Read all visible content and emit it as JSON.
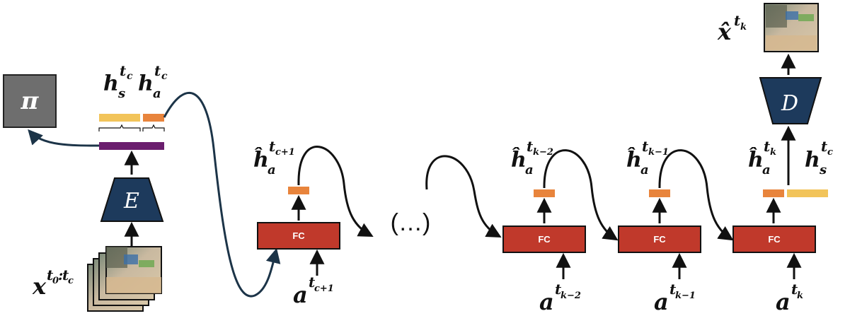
{
  "colors": {
    "fc_fill": "#c0392b",
    "trapezoid_fill": "#1d3a5c",
    "policy_fill": "#6e6e6e",
    "latent_bar_purple": "#6b1e6e",
    "state_bar_yellow": "#f2c45a",
    "action_bar_orange": "#e8843c",
    "arrow": "#111111",
    "long_curve": "#1c3448"
  },
  "policy": {
    "label": "π"
  },
  "encoder": {
    "label": "E"
  },
  "decoder": {
    "label": "D"
  },
  "labels": {
    "hs_base": "h",
    "hs_sup": "t",
    "hs_sup_sub": "c",
    "hs_sub": "s",
    "ha_base": "h",
    "ha_sup": "t",
    "ha_sup_sub": "c",
    "ha_sub": "a",
    "input_base": "x",
    "input_sup": "t",
    "input_sup_sub1": "0",
    "input_colon": ":",
    "input_sup2": "t",
    "input_sup_sub2": "c",
    "output_base": "x̂",
    "output_sup": "t",
    "output_sup_sub": "k",
    "dots": "(…)"
  },
  "steps": [
    {
      "fc": "FC",
      "h_base": "ĥ",
      "h_sub": "a",
      "h_sup": "t",
      "h_sup_sub": "c+1",
      "a_base": "a",
      "a_sup": "t",
      "a_sup_sub": "c+1"
    },
    {
      "fc": "FC",
      "h_base": "ĥ",
      "h_sub": "a",
      "h_sup": "t",
      "h_sup_sub": "k−2",
      "a_base": "a",
      "a_sup": "t",
      "a_sup_sub": "k−2"
    },
    {
      "fc": "FC",
      "h_base": "ĥ",
      "h_sub": "a",
      "h_sup": "t",
      "h_sup_sub": "k−1",
      "a_base": "a",
      "a_sup": "t",
      "a_sup_sub": "k−1"
    },
    {
      "fc": "FC",
      "h_base": "ĥ",
      "h_sub": "a",
      "h_sup": "t",
      "h_sup_sub": "k",
      "a_base": "a",
      "a_sup": "t",
      "a_sup_sub": "k"
    }
  ],
  "final": {
    "hs_base": "h",
    "hs_sub": "s",
    "hs_sup": "t",
    "hs_sup_sub": "c"
  }
}
